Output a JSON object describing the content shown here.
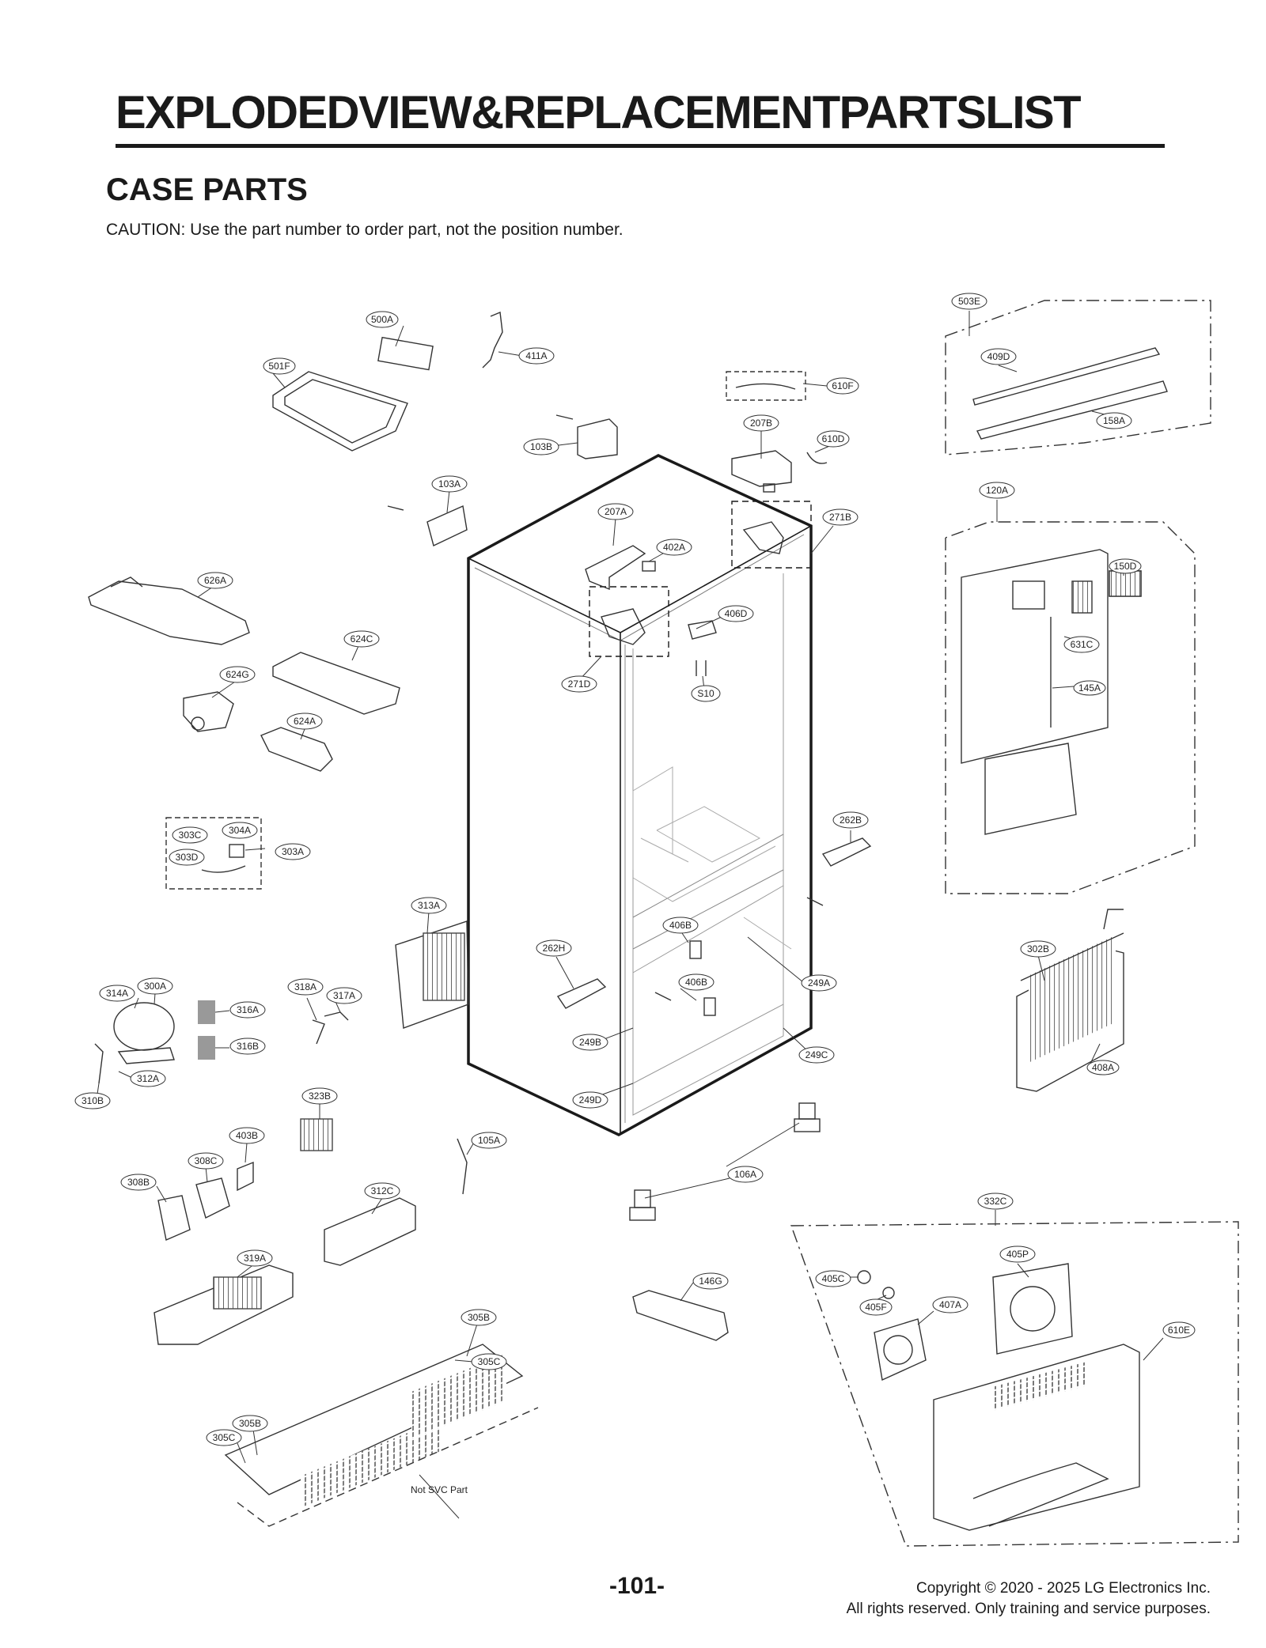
{
  "header": {
    "title": "EXPLODEDVIEW&REPLACEMENTPARTSLIST",
    "section": "CASE PARTS",
    "caution": "CAUTION: Use the part number to order part, not the position number."
  },
  "labels": {
    "l500A": "500A",
    "l411A": "411A",
    "l501F": "501F",
    "l610F": "610F",
    "l103B": "103B",
    "l207B": "207B",
    "l610D": "610D",
    "l103A": "103A",
    "l207A": "207A",
    "l402A": "402A",
    "l271B": "271B",
    "l626A": "626A",
    "l624C": "624C",
    "l406D": "406D",
    "l624G": "624G",
    "l271D": "271D",
    "lS10": "S10",
    "l624A": "624A",
    "l262B": "262B",
    "l303C": "303C",
    "l304A": "304A",
    "l303A": "303A",
    "l303D": "303D",
    "l313A": "313A",
    "l406B1": "406B",
    "l262H": "262H",
    "l406B2": "406B",
    "l249A": "249A",
    "l318A": "318A",
    "l314A": "314A",
    "l300A": "300A",
    "l317A": "317A",
    "l316A": "316A",
    "l249B": "249B",
    "l316B": "316B",
    "l249C": "249C",
    "l312A": "312A",
    "l310B": "310B",
    "l249D": "249D",
    "l323B": "323B",
    "l403B": "403B",
    "l105A": "105A",
    "l308C": "308C",
    "l106A": "106A",
    "l308B": "308B",
    "l312C": "312C",
    "l319A": "319A",
    "l146G": "146G",
    "l305B1": "305B",
    "l305C1": "305C",
    "l305B2": "305B",
    "l305C2": "305C",
    "l503E": "503E",
    "l409D": "409D",
    "l158A": "158A",
    "l120A": "120A",
    "l150D": "150D",
    "l631C": "631C",
    "l145A": "145A",
    "l302B": "302B",
    "l408A": "408A",
    "l332C": "332C",
    "l405P": "405P",
    "l405C": "405C",
    "l405F": "405F",
    "l407A": "407A",
    "l610E": "610E",
    "not_svc": "Not SVC Part"
  },
  "footer": {
    "page_number": "-101-",
    "copyright_line1": "Copyright © 2020 - 2025 LG Electronics Inc.",
    "copyright_line2": "All rights reserved. Only training and service purposes."
  }
}
